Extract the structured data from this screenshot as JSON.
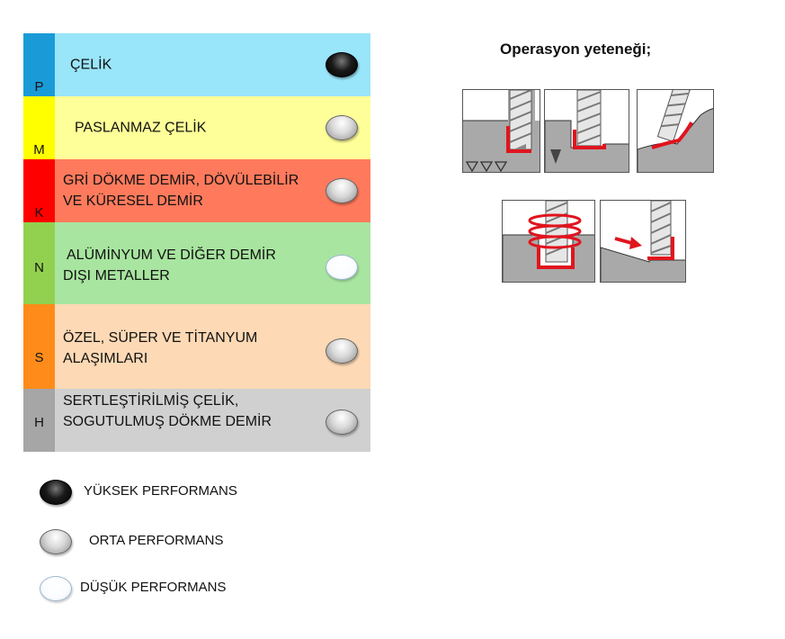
{
  "materials": [
    {
      "code": "P",
      "name_lines": [
        "ÇELİK"
      ],
      "performance": "high",
      "code_color": "#1a9bd7",
      "row_color": "#99e5fa"
    },
    {
      "code": "M",
      "name_lines": [
        "PASLANMAZ ÇELİK"
      ],
      "performance": "medium",
      "code_color": "#ffff00",
      "row_color": "#ffff99"
    },
    {
      "code": "K",
      "name_lines": [
        "GRİ DÖKME DEMİR, DÖVÜLEBİLİR",
        "VE KÜRESEL  DEMİR"
      ],
      "performance": "medium",
      "code_color": "#ff0000",
      "row_color": "#ff7a5c"
    },
    {
      "code": "N",
      "name_lines": [
        "ALÜMİNYUM VE DİĞER DEMİR",
        "DIŞI METALLER"
      ],
      "performance": "low",
      "code_color": "#92d050",
      "row_color": "#a8e5a0"
    },
    {
      "code": "S",
      "name_lines": [
        "ÖZEL, SÜPER VE TİTANYUM",
        "ALAŞIMLARI"
      ],
      "performance": "medium",
      "code_color": "#ff8c1a",
      "row_color": "#fdd9b5"
    },
    {
      "code": "H",
      "name_lines": [
        "SERTLEŞTİRİLMİŞ ÇELİK,",
        "SOGUTULMUŞ DÖKME DEMİR"
      ],
      "performance": "medium",
      "code_color": "#a6a6a6",
      "row_color": "#d0d0d0"
    }
  ],
  "legend": {
    "high": "YÜKSEK PERFORMANS",
    "medium": "ORTA PERFORMANS",
    "low": "DÜŞÜK PERFORMANS"
  },
  "operations": {
    "title": "Operasyon yeteneği;",
    "icons": [
      "shoulder-milling-icon",
      "slotting-icon",
      "profiling-icon",
      "helical-milling-icon",
      "ramping-icon"
    ]
  }
}
